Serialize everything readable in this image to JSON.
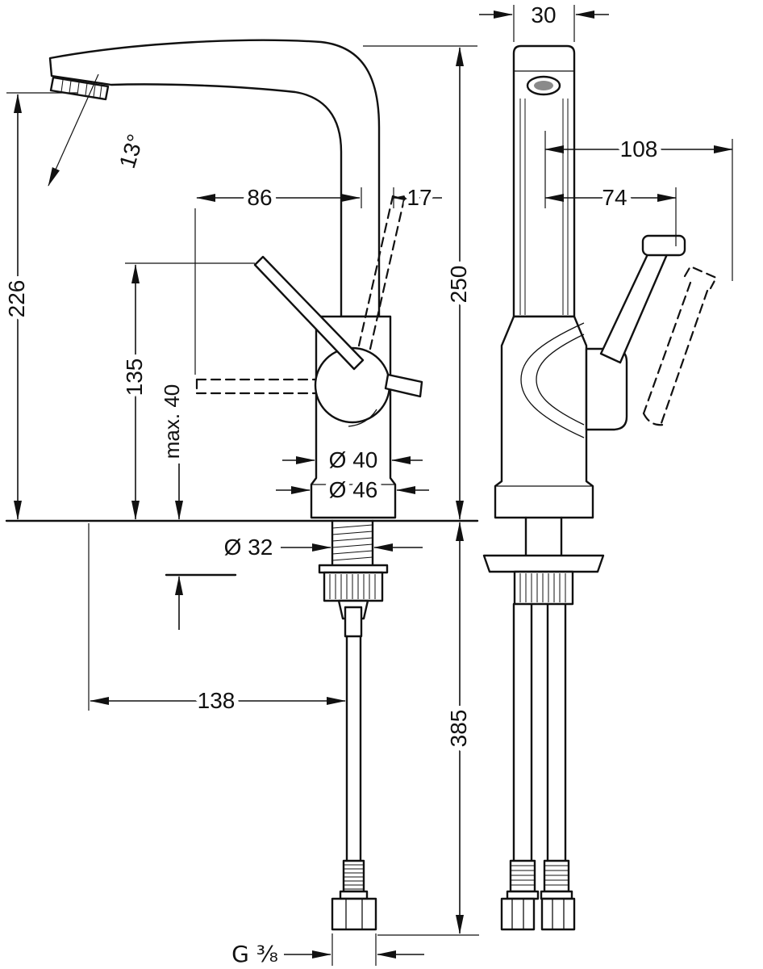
{
  "colors": {
    "background": "#ffffff",
    "line": "#111111"
  },
  "dimensions": {
    "top_width": "30",
    "reach_outer": "108",
    "reach_handle": "74",
    "reach_86": "86",
    "offset_17": "17",
    "height_250": "250",
    "height_226": "226",
    "height_135": "135",
    "max_mounting": "max. 40",
    "spout_angle": "13°",
    "dia_body": "Ø 40",
    "dia_base": "Ø 46",
    "dia_shank": "Ø 32",
    "spout_reach": "138",
    "hose_length": "385",
    "thread": "G ³⁄₈"
  }
}
